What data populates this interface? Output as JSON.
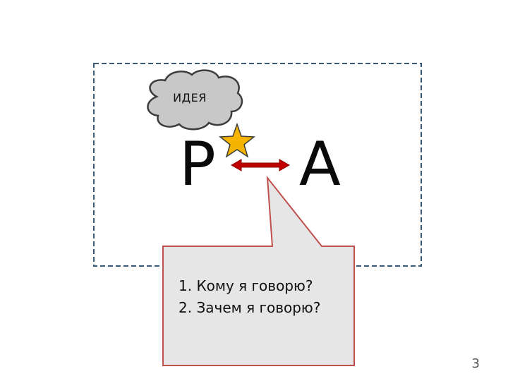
{
  "cloud": {
    "label": "ИДЕЯ"
  },
  "letters": {
    "left": "Р",
    "right": "А"
  },
  "callout": {
    "lines": [
      "1. Кому я говорю?",
      "2. Зачем я говорю?"
    ]
  },
  "slide_number": "3",
  "colors": {
    "frame_dash": "#3b5a78",
    "cloud_fill": "#c8c8c8",
    "cloud_stroke": "#3c3c3c",
    "star_fill": "#f5b400",
    "arrow": "#c00000",
    "callout_fill": "#e6e6e6",
    "callout_stroke": "#c0504d"
  },
  "icons": {
    "star": "star-icon",
    "arrow": "double-arrow-icon",
    "cloud": "cloud-shape"
  }
}
